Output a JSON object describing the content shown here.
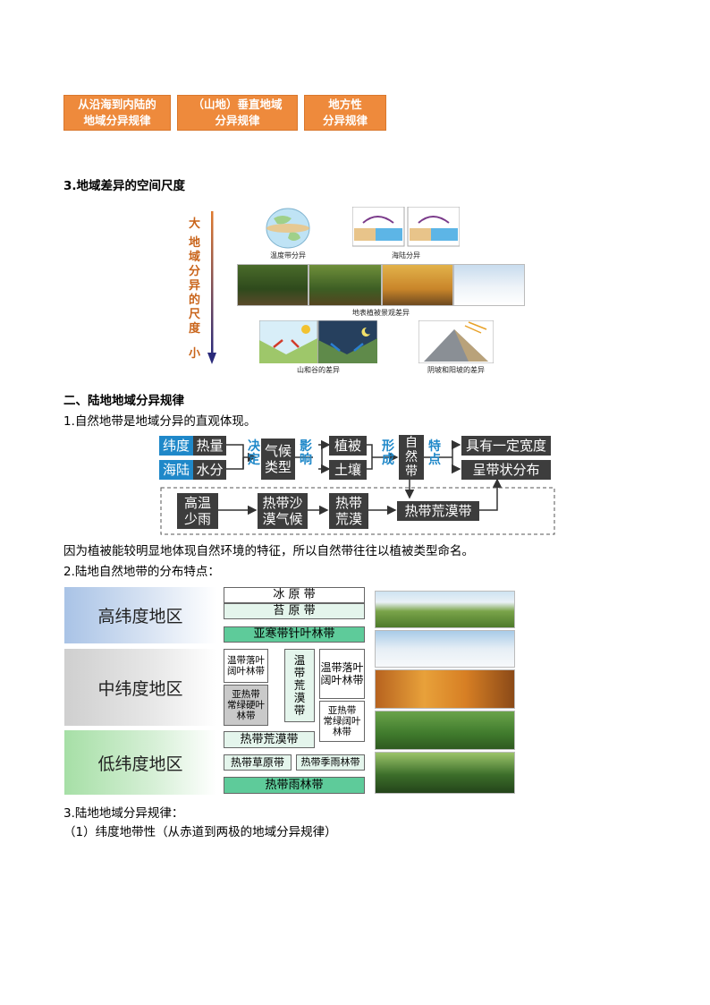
{
  "top_boxes": [
    {
      "line1": "从沿海到内陆的",
      "line2": "地域分异规律"
    },
    {
      "line1": "（山地）垂直地域",
      "line2": "分异规律"
    },
    {
      "line1": "地方性",
      "line2": "分异规律"
    }
  ],
  "section3_title": "3.地域差异的空间尺度",
  "scale": {
    "top": "大",
    "bottom": "小",
    "label_chars": [
      "地",
      "域",
      "分",
      "异",
      "的",
      "尺",
      "度"
    ],
    "captions": {
      "temperature_zone": "温度带分异",
      "sea_land": "海陆分异",
      "vegetation": "地表植被景观差异",
      "mountain_valley": "山和谷的差异",
      "slope": "阴坡和阳坡的差异"
    }
  },
  "part2_title": "二、陆地地域分异规律",
  "p1": "1.自然地带是地域分异的直观体现。",
  "flow": {
    "latitude": "纬度",
    "heat": "热量",
    "sea_land": "海陆",
    "water": "水分",
    "decide": [
      "决",
      "定"
    ],
    "climate_type": "气候类型",
    "influence": [
      "影",
      "响"
    ],
    "vegetation": "植被",
    "soil": "土壤",
    "form": [
      "形",
      "成"
    ],
    "natural_zone": [
      "自",
      "然",
      "带"
    ],
    "feature": [
      "特",
      "点"
    ],
    "width": "具有一定宽度",
    "strip": "呈带状分布",
    "example": {
      "high_temp": [
        "高温",
        "少雨"
      ],
      "desert_climate": [
        "热带沙",
        "漠气候"
      ],
      "tropical_desert": [
        "热带",
        "荒漠"
      ],
      "desert_zone": "热带荒漠带"
    }
  },
  "p_reason": "因为植被能较明显地体现自然环境的特征，所以自然带往往以植被类型命名。",
  "p2": "2.陆地自然地带的分布特点：",
  "zones": {
    "high": "高纬度地区",
    "mid": "中纬度地区",
    "low": "低纬度地区",
    "ice": "冰 原 带",
    "tundra": "苔 原 带",
    "taiga": "亚寒带针叶林带",
    "temperate_left": [
      "温带落叶",
      "阔叶林带"
    ],
    "temperate_desert": [
      "温",
      "带",
      "荒",
      "漠",
      "带"
    ],
    "temperate_right": [
      "温带落叶",
      "阔叶林带"
    ],
    "subtropical_hard": [
      "亚热带",
      "常绿硬叶",
      "林带"
    ],
    "subtropical_broad": [
      "亚热带",
      "常绿阔叶",
      "林带"
    ],
    "tropical_desert": "热带荒漠带",
    "savanna": "热带草原带",
    "monsoon": "热带季雨林带",
    "rainforest": "热带雨林带"
  },
  "p3": "3.陆地地域分异规律：",
  "p3_1": "（1）纬度地带性（从赤道到两极的地域分异规律）"
}
